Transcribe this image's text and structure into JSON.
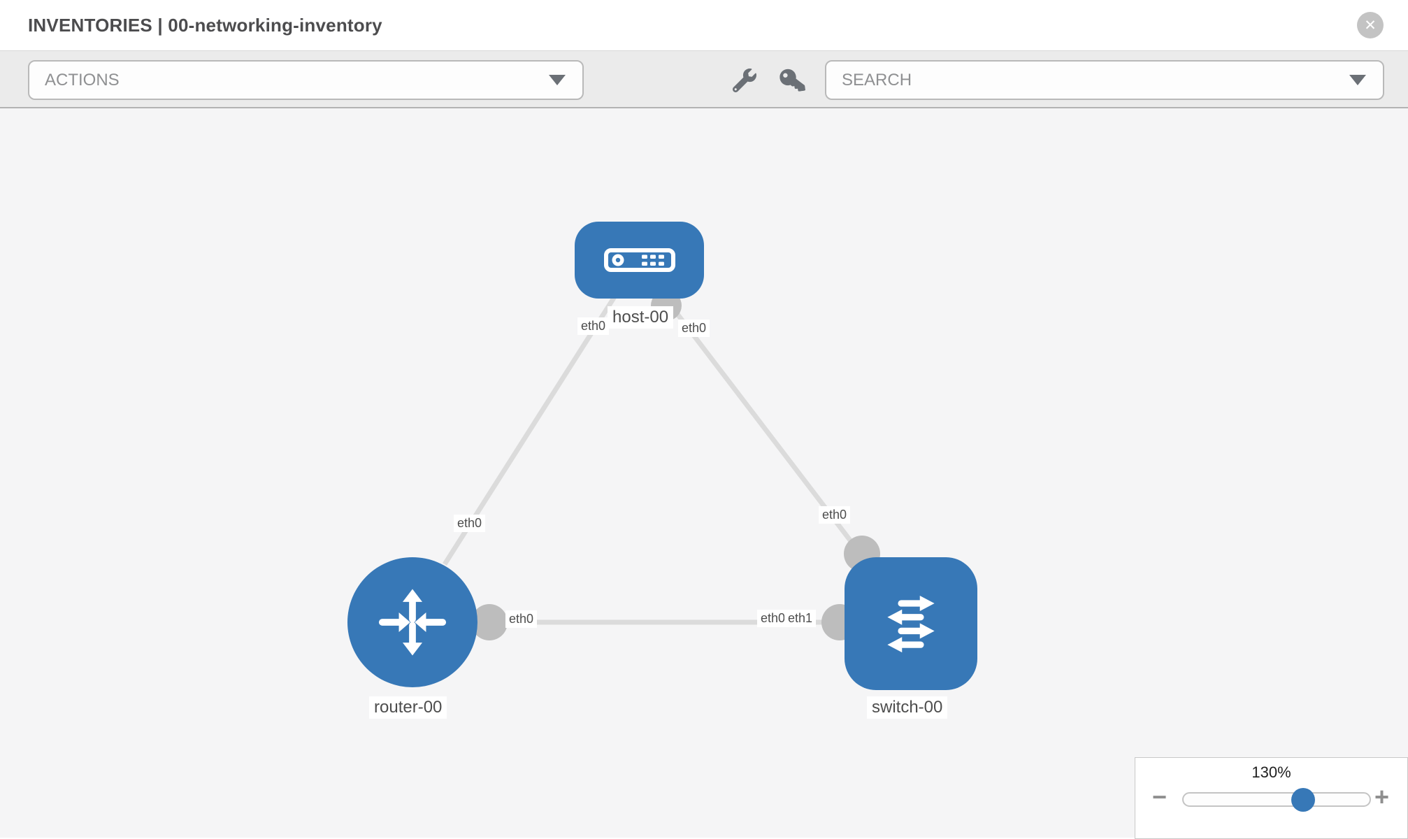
{
  "header": {
    "title": "INVENTORIES | 00-networking-inventory",
    "close_glyph": "✕"
  },
  "toolbar": {
    "actions_label": "ACTIONS",
    "search_placeholder": "SEARCH"
  },
  "topology": {
    "nodes": [
      {
        "id": "host-00",
        "type": "host",
        "label": "host-00"
      },
      {
        "id": "router-00",
        "type": "router",
        "label": "router-00"
      },
      {
        "id": "switch-00",
        "type": "switch",
        "label": "switch-00"
      }
    ],
    "links": [
      {
        "from": "host-00",
        "from_if": "eth0",
        "to": "router-00",
        "to_if": "eth0"
      },
      {
        "from": "host-00",
        "from_if": "eth0",
        "to": "switch-00",
        "to_if": "eth0"
      },
      {
        "from": "router-00",
        "from_if": "eth0",
        "to": "switch-00",
        "to_if": "eth1",
        "to_if_behind": "eth0"
      }
    ]
  },
  "zoom_control": {
    "level": "130%",
    "minus_glyph": "−",
    "plus_glyph": "+"
  },
  "colors": {
    "node_blue": "#3778b7",
    "edge_gray": "#dbdbdb",
    "port_gray": "#bdbdbd",
    "canvas_bg": "#f5f5f6",
    "toolbar_bg": "#ebebeb",
    "icon_gray": "#6b7076",
    "label_text": "#4d4d4d"
  }
}
